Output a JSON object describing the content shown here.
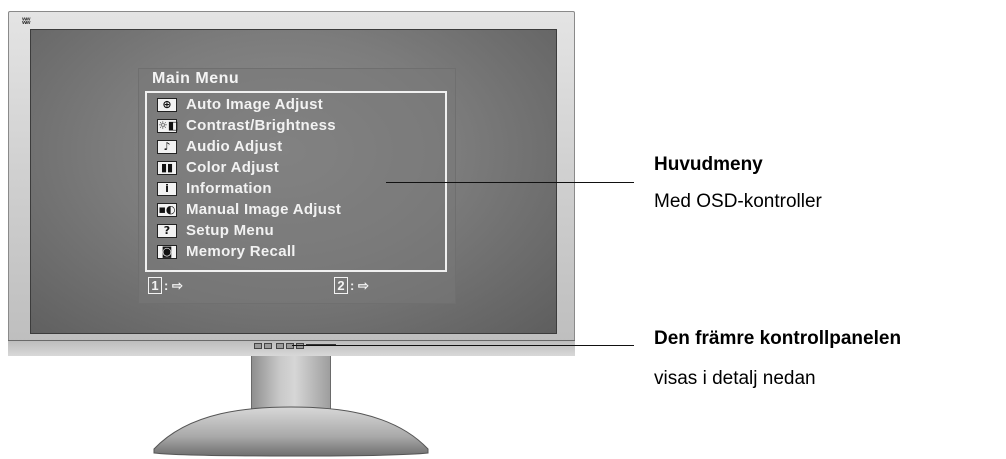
{
  "monitor": {
    "logo": "ʬʬ",
    "osd": {
      "title": "Main Menu",
      "items": [
        {
          "label": "Auto Image Adjust",
          "icon": "crosshair-icon",
          "glyph": "⊕"
        },
        {
          "label": "Contrast/Brightness",
          "icon": "brightness-icon",
          "glyph": "☼◧"
        },
        {
          "label": "Audio Adjust",
          "icon": "audio-icon",
          "glyph": "♪"
        },
        {
          "label": "Color Adjust",
          "icon": "color-icon",
          "glyph": "▮▮"
        },
        {
          "label": "Information",
          "icon": "info-icon",
          "glyph": "i"
        },
        {
          "label": "Manual Image Adjust",
          "icon": "manual-adjust-icon",
          "glyph": "▪◐"
        },
        {
          "label": "Setup Menu",
          "icon": "question-icon",
          "glyph": "?"
        },
        {
          "label": "Memory Recall",
          "icon": "memory-recall-icon",
          "glyph": "◙"
        }
      ],
      "footer": [
        {
          "key": "1",
          "sep": ":",
          "icon": "exit-icon",
          "glyph": "⇨"
        },
        {
          "key": "2",
          "sep": ":",
          "icon": "exit-icon",
          "glyph": "⇨"
        }
      ]
    }
  },
  "callouts": [
    {
      "title": "Huvudmeny",
      "subtitle": "Med OSD-kontroller"
    },
    {
      "title": "Den främre kontrollpanelen",
      "subtitle": "visas i detalj nedan"
    }
  ]
}
